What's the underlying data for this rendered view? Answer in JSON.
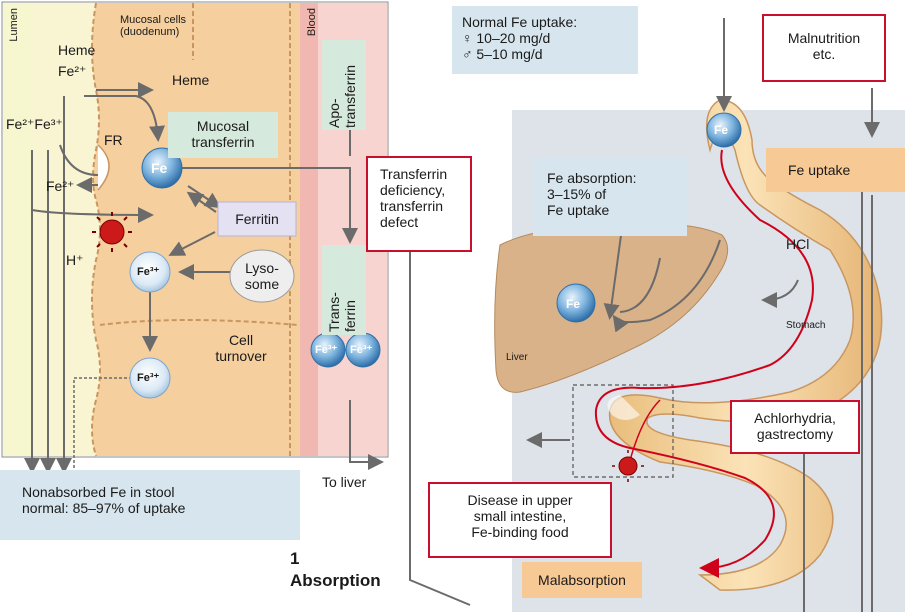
{
  "panel": {
    "number": "1",
    "title": "Absorption"
  },
  "left": {
    "lumen": "Lumen",
    "mucosal_cells_line1": "Mucosal cells",
    "mucosal_cells_line2": "(duodenum)",
    "blood": "Blood",
    "heme": "Heme",
    "fe2plus": "Fe²⁺",
    "heme_out": "Heme",
    "fe2_fe3": "Fe²⁺Fe³⁺",
    "fr": "FR",
    "fe2_lower": "Fe²⁺",
    "h_plus": "H⁺",
    "fe_node": "Fe",
    "mucosal_transferrin_line1": "Mucosal",
    "mucosal_transferrin_line2": "transferrin",
    "ferritin": "Ferritin",
    "fe3_node1": "Fe³⁺",
    "lysosome_line1": "Lyso-",
    "lysosome_line2": "some",
    "cell_turnover_line1": "Cell",
    "cell_turnover_line2": "turnover",
    "fe3_node2": "Fe³⁺",
    "apotransferrin_line1": "Apo-",
    "apotransferrin_line2": "transferrin",
    "transferrin_line1": "Trans-",
    "transferrin_line2": "ferrin",
    "fe3_pair_a": "Fe³⁺",
    "fe3_pair_b": "Fe³⁺",
    "to_liver": "To liver",
    "nonabsorbed_line1": "Nonabsorbed Fe in stool",
    "nonabsorbed_line2": "normal: 85–97% of uptake"
  },
  "right": {
    "normal_uptake_line1": "Normal Fe uptake:",
    "normal_uptake_line2": "♀ 10–20 mg/d",
    "normal_uptake_line3": "♂  5–10 mg/d",
    "malnutrition_line1": "Malnutrition",
    "malnutrition_line2": "etc.",
    "fe_top": "Fe",
    "fe_uptake": "Fe uptake",
    "transferrin_deficiency_line1": "Transferrin",
    "transferrin_deficiency_line2": "deficiency,",
    "transferrin_deficiency_line3": "transferrin",
    "transferrin_deficiency_line4": "defect",
    "fe_absorption_line1": "Fe absorption:",
    "fe_absorption_line2": "3–15% of",
    "fe_absorption_line3": "Fe uptake",
    "hcl": "HCl",
    "fe_liver": "Fe",
    "stomach": "Stomach",
    "liver": "Liver",
    "achlorhydria_line1": "Achlorhydria,",
    "achlorhydria_line2": "gastrectomy",
    "disease_line1": "Disease in upper",
    "disease_line2": "small intestine,",
    "disease_line3": "Fe-binding food",
    "malabsorption": "Malabsorption"
  },
  "colors": {
    "lumen": "#f6f7cf",
    "mucosa": "#f5cf9e",
    "blood": "#f7d4cf",
    "info_box": "#d7e6ee",
    "red_border": "#c8102e",
    "orange_box": "#f7c995",
    "fe_ball": "#4f95cf",
    "gut": "#f3cf95",
    "liver": "#d9b28a"
  }
}
